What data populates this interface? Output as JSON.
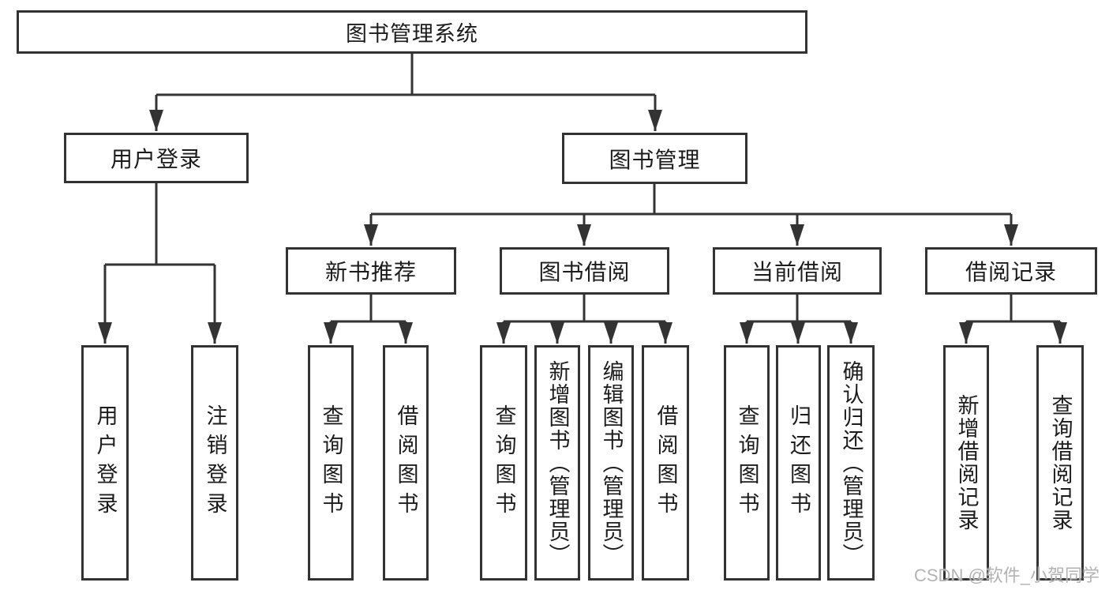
{
  "tree": {
    "label": "图书管理系统",
    "children": [
      {
        "label": "用户登录",
        "children": [
          {
            "label": "用户登录"
          },
          {
            "label": "注销登录"
          }
        ]
      },
      {
        "label": "图书管理",
        "children": [
          {
            "label": "新书推荐",
            "children": [
              {
                "label": "查询图书"
              },
              {
                "label": "借阅图书"
              }
            ]
          },
          {
            "label": "图书借阅",
            "children": [
              {
                "label": "查询图书"
              },
              {
                "label": "新增图书（管理员）"
              },
              {
                "label": "编辑图书（管理员）"
              },
              {
                "label": "借阅图书"
              }
            ]
          },
          {
            "label": "当前借阅",
            "children": [
              {
                "label": "查询图书"
              },
              {
                "label": "归还图书"
              },
              {
                "label": "确认归还（管理员）"
              }
            ]
          },
          {
            "label": "借阅记录",
            "children": [
              {
                "label": "新增借阅记录"
              },
              {
                "label": "查询借阅记录"
              }
            ]
          }
        ]
      }
    ]
  },
  "watermark": "CSDN @软件_小贺同学",
  "colors": {
    "line": "#333333",
    "box_border": "#333333",
    "text": "#1c1c1c",
    "watermark": "#b3b3b3",
    "background": "#ffffff"
  }
}
